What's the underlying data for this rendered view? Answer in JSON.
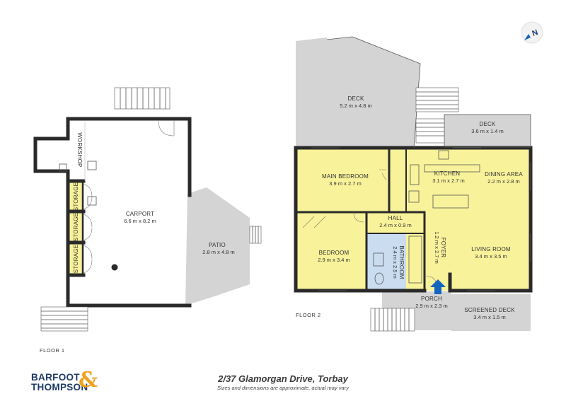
{
  "floor1": {
    "label": "FLOOR 1",
    "rooms": {
      "workshop": {
        "name": "WORKSHOP"
      },
      "storage1": {
        "name": "STORAGE"
      },
      "storage2": {
        "name": "STORAGE"
      },
      "storage3": {
        "name": "STORAGE"
      },
      "carport": {
        "name": "CARPORT",
        "dims": "6.6 m x 8.2 m"
      },
      "patio": {
        "name": "PATIO",
        "dims": "2.8 m x 4.8 m"
      }
    }
  },
  "floor2": {
    "label": "FLOOR 2",
    "rooms": {
      "deck_large": {
        "name": "DECK",
        "dims": "5.2 m x 4.8 m"
      },
      "deck_small": {
        "name": "DECK",
        "dims": "3.6 m x 1.4 m"
      },
      "main_bedroom": {
        "name": "MAIN BEDROOM",
        "dims": "3.9 m x 2.7 m"
      },
      "kitchen": {
        "name": "KITCHEN",
        "dims": "3.1 m x 2.7 m"
      },
      "dining": {
        "name": "DINING AREA",
        "dims": "2.2 m x 2.8 m"
      },
      "hall": {
        "name": "HALL",
        "dims": "2.4 m x 0.9 m"
      },
      "bedroom": {
        "name": "BEDROOM",
        "dims": "2.9 m x 3.4 m"
      },
      "bathroom": {
        "name": "BATHROOM",
        "dims": "2.4 m x 2.5 m"
      },
      "foyer": {
        "name": "FOYER",
        "dims": "1.2 m x 2.7 m"
      },
      "living": {
        "name": "LIVING ROOM",
        "dims": "3.4 m x 3.5 m"
      },
      "porch": {
        "name": "PORCH",
        "dims": "2.9 m x 2.3 m"
      },
      "screened_deck": {
        "name": "SCREENED DECK",
        "dims": "3.4 m x 1.5 m"
      }
    }
  },
  "compass": {
    "letter": "N"
  },
  "footer": {
    "address": "2/37 Glamorgan Drive, Torbay",
    "disclaimer": "Sizes and dimensions are approximate, actual may vary"
  },
  "brand": {
    "line1": "BARFOOT",
    "line2": "THOMPSON",
    "amp": "&"
  },
  "colors": {
    "room": "#f8f29a",
    "outdoor": "#d4d4d4",
    "bathroom": "#c9dcf0",
    "wall": "#2a2a2a",
    "arrow": "#1565c0",
    "brand_blue": "#1f3a68",
    "brand_orange": "#f0a21f"
  }
}
